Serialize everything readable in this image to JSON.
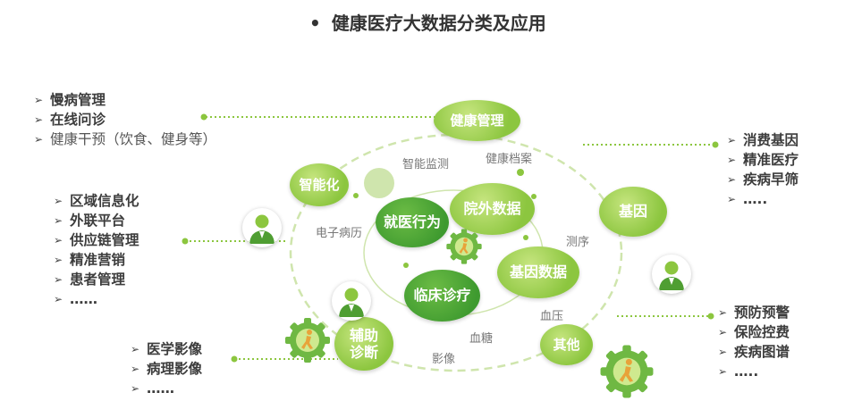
{
  "title": "健康医疗大数据分类及应用",
  "title_bullet": "•",
  "colors": {
    "light_green": "#8cc63f",
    "dark_green": "#3e9a2f",
    "dotted_line": "#8cc63f"
  },
  "lists": {
    "top_left": [
      {
        "text": "慢病管理"
      },
      {
        "text": "在线问诊"
      },
      {
        "text": " 健康干预（饮食、健身等）",
        "light": true
      }
    ],
    "mid_left": [
      {
        "text": "区域信息化"
      },
      {
        "text": "外联平台"
      },
      {
        "text": "供应链管理"
      },
      {
        "text": "精准营销"
      },
      {
        "text": "患者管理"
      },
      {
        "text": "……"
      }
    ],
    "bottom_left": [
      {
        "text": "医学影像"
      },
      {
        "text": "病理影像"
      },
      {
        "text": "……"
      }
    ],
    "top_right": [
      {
        "text": "消费基因"
      },
      {
        "text": "精准医疗"
      },
      {
        "text": "疾病早筛"
      },
      {
        "text": "….."
      }
    ],
    "bottom_right": [
      {
        "text": "预防预警"
      },
      {
        "text": "保险控费"
      },
      {
        "text": "疾病图谱"
      },
      {
        "text": "….."
      }
    ]
  },
  "nodes": {
    "health_mgmt": "健康管理",
    "intelligent": "智能化",
    "genome": "基因",
    "assist_diag": "辅助\n诊断",
    "other": "其他",
    "medical_behavior": "就医行为",
    "outside_data": "院外数据",
    "gene_data": "基因数据",
    "clinical": "临床诊疗"
  },
  "labels": {
    "smart_monitor": "智能监测",
    "health_record": "健康档案",
    "emr": "电子病历",
    "sequencing": "测序",
    "blood_pressure": "血压",
    "blood_sugar": "血糖",
    "imaging": "影像"
  }
}
